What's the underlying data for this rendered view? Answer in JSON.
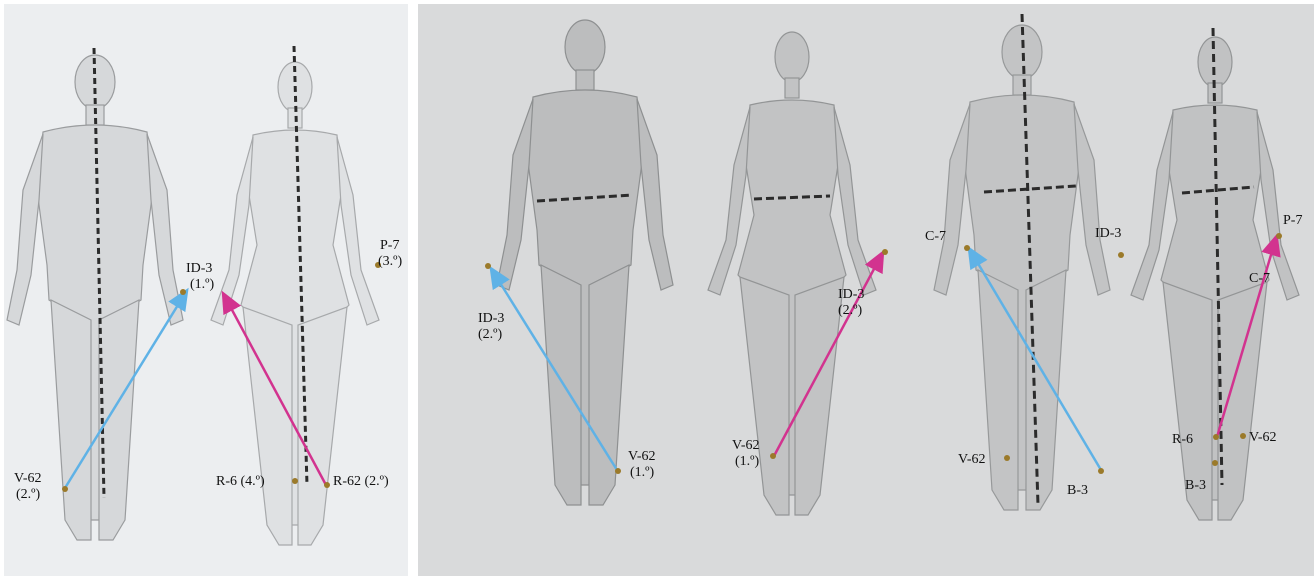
{
  "colors": {
    "left_panel_bg": "#eceef0",
    "right_panel_bg": "#d9dadb",
    "figure_fill_left": "#d6d8da",
    "figure_fill_right": "#b9babb",
    "figure_stroke": "#9a9c9e",
    "blue_arrow": "#5fb2e6",
    "magenta_arrow": "#d2338f",
    "point_color": "#9b7a2a",
    "dashed_line": "#2b2b2b"
  },
  "panels": {
    "left": {
      "labels": [
        {
          "id": "v62",
          "lines": [
            "V-62",
            "(2.º)"
          ]
        },
        {
          "id": "id3",
          "lines": [
            "ID-3",
            "(1.º)"
          ]
        },
        {
          "id": "p7",
          "lines": [
            "P-7",
            "(3.º)"
          ]
        },
        {
          "id": "r6",
          "lines": [
            "R-6 (4.º)"
          ]
        },
        {
          "id": "r62",
          "lines": [
            "R-62 (2.º)"
          ]
        }
      ]
    },
    "right_a": {
      "labels": [
        {
          "id": "id3-a",
          "lines": [
            "ID-3",
            "(2.º)"
          ]
        },
        {
          "id": "v62-a",
          "lines": [
            "V-62",
            "(1.º)"
          ]
        },
        {
          "id": "id3-b",
          "lines": [
            "ID-3",
            "(2.º)"
          ]
        },
        {
          "id": "v62-b",
          "lines": [
            "V-62",
            "(1.º)"
          ]
        }
      ]
    },
    "right_b": {
      "labels": [
        {
          "id": "c7-a",
          "lines": [
            "C-7"
          ]
        },
        {
          "id": "v62-c",
          "lines": [
            "V-62"
          ]
        },
        {
          "id": "b3-a",
          "lines": [
            "B-3"
          ]
        },
        {
          "id": "id3-c",
          "lines": [
            "ID-3"
          ]
        },
        {
          "id": "p7-b",
          "lines": [
            "P-7"
          ]
        },
        {
          "id": "c7-b",
          "lines": [
            "C-7"
          ]
        },
        {
          "id": "r6-b",
          "lines": [
            "R-6"
          ]
        },
        {
          "id": "v62-d",
          "lines": [
            "V-62"
          ]
        },
        {
          "id": "b3-b",
          "lines": [
            "B-3"
          ]
        }
      ]
    }
  }
}
